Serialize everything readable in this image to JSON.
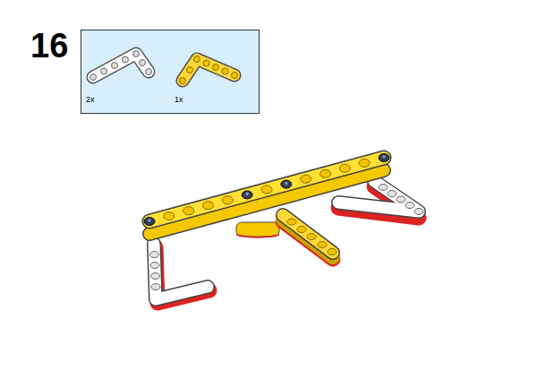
{
  "diagram": {
    "labels": [
      "16",
      "2x",
      "1x"
    ]
  }
}
